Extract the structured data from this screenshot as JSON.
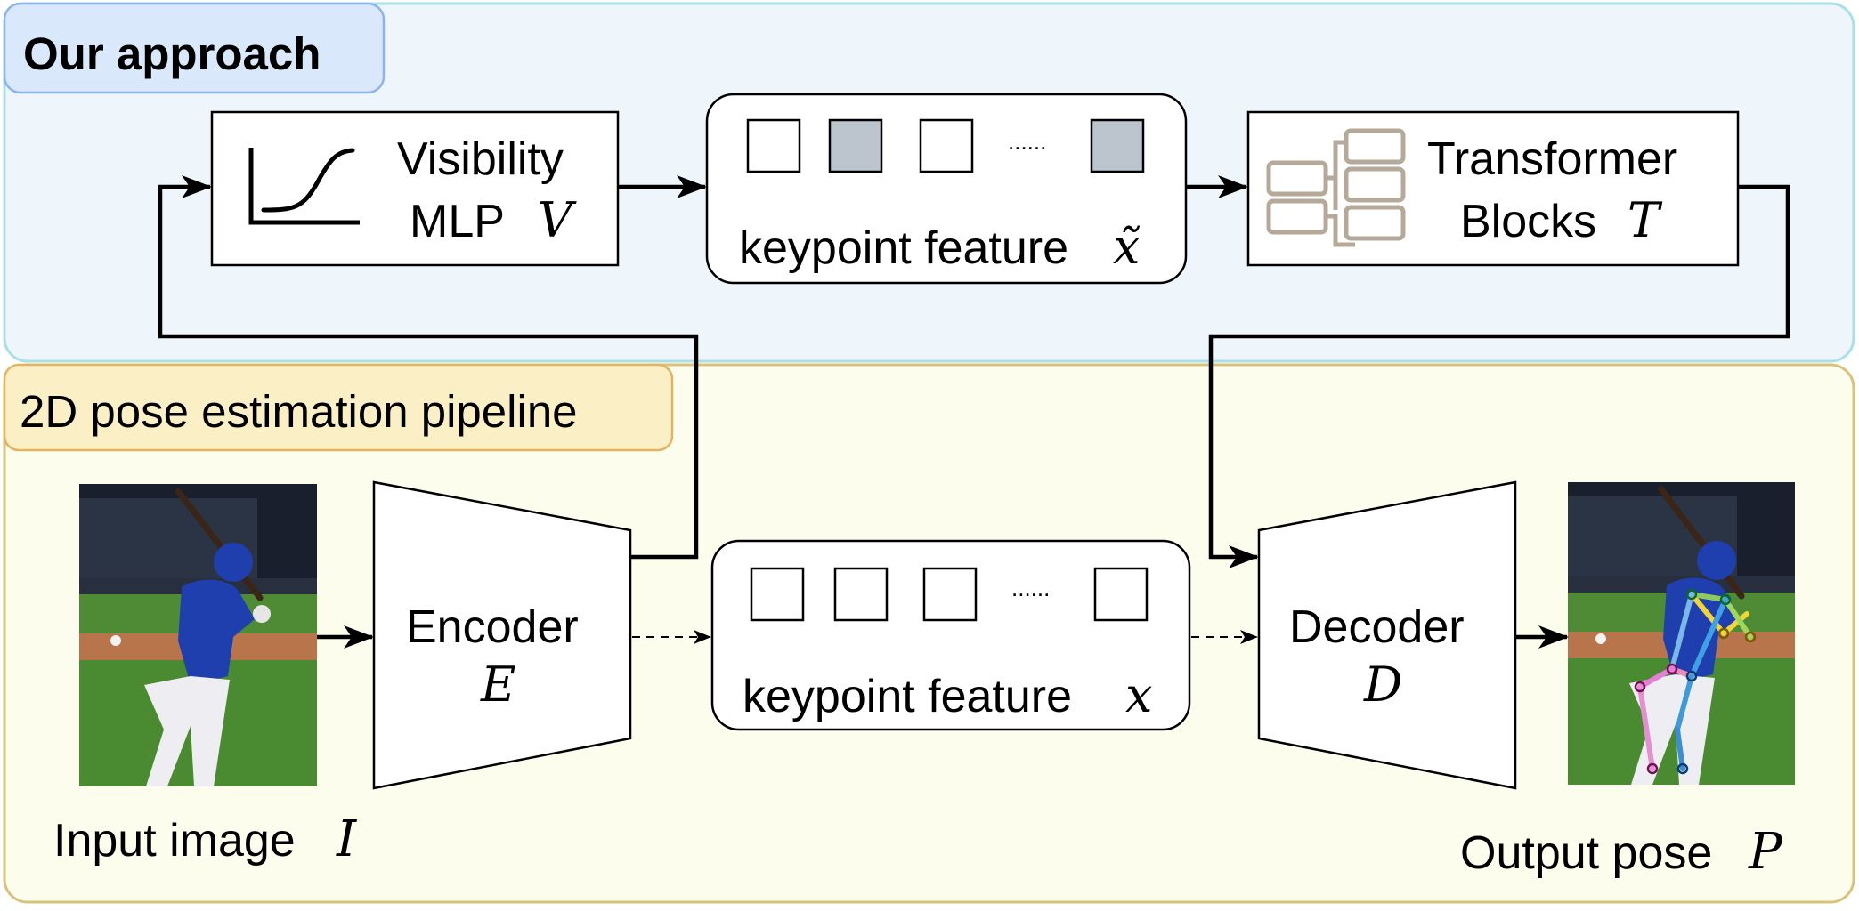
{
  "colors": {
    "approach_bg": "#eef6fb",
    "approach_border": "#9fdde6",
    "approach_tag_bg": "#d9e8fb",
    "approach_tag_border": "#8db3ec",
    "pipeline_bg": "#fdfdee",
    "pipeline_border": "#d9c27a",
    "pipeline_tag_bg": "#fbefc6",
    "pipeline_tag_border": "#e2b45e",
    "token_grey": "#bcc5ce",
    "transformer_icon": "#b5a99a",
    "sky": "#1a1f2e",
    "grass": "#4f8a34",
    "dirt": "#b8744a",
    "jersey": "#1f3fae"
  },
  "sections": {
    "approach_title": "Our approach",
    "pipeline_title": "2D pose estimation pipeline"
  },
  "visibility_mlp": {
    "line1": "Visibility",
    "line2": "MLP",
    "symbol": "V",
    "icon": "sigmoid-curve-icon"
  },
  "keypoint_feature_tilde": {
    "label": "keypoint feature",
    "symbol": "x̃",
    "ellipsis": "......",
    "tokens": [
      "white",
      "grey",
      "white",
      "grey"
    ]
  },
  "transformer": {
    "line1": "Transformer",
    "line2": "Blocks",
    "symbol": "T",
    "icon": "transformer-blocks-icon"
  },
  "encoder": {
    "label": "Encoder",
    "symbol": "E"
  },
  "keypoint_feature": {
    "label": "keypoint feature",
    "symbol": "x",
    "ellipsis": "......",
    "tokens": [
      "white",
      "white",
      "white",
      "white"
    ]
  },
  "decoder": {
    "label": "Decoder",
    "symbol": "D"
  },
  "input_image": {
    "label": "Input image",
    "symbol": "I",
    "icon": "baseball-batter-photo"
  },
  "output_pose": {
    "label": "Output pose",
    "symbol": "P",
    "icon": "baseball-batter-pose-photo"
  }
}
